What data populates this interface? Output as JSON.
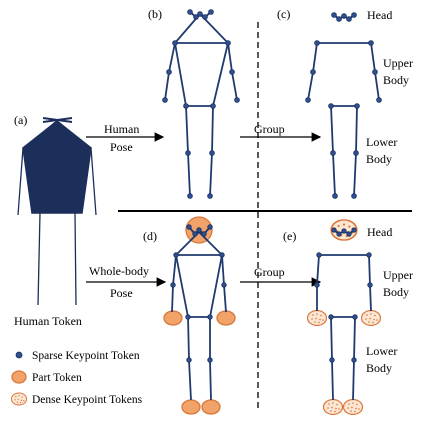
{
  "panels": {
    "a": "(a)",
    "b": "(b)",
    "c": "(c)",
    "d": "(d)",
    "e": "(e)"
  },
  "arrows": {
    "human_pose_line1": "Human",
    "human_pose_line2": "Pose",
    "group_top": "Group",
    "wholebody_line1": "Whole-body",
    "wholebody_line2": "Pose",
    "group_bottom": "Group"
  },
  "groups": {
    "head_top": "Head",
    "upper_top_line1": "Upper",
    "upper_top_line2": "Body",
    "lower_top_line1": "Lower",
    "lower_top_line2": "Body",
    "head_bottom": "Head",
    "upper_bottom_line1": "Upper",
    "upper_bottom_line2": "Body",
    "lower_bottom_line1": "Lower",
    "lower_bottom_line2": "Body"
  },
  "human_token_caption": "Human Token",
  "legend": [
    {
      "icon": "sparse-keypoint-icon",
      "label": "Sparse Keypoint Token"
    },
    {
      "icon": "part-token-icon",
      "label": "Part Token"
    },
    {
      "icon": "dense-keypoint-icon",
      "label": "Dense Keypoint Tokens"
    }
  ],
  "colors": {
    "skeleton": "#1f3a6e",
    "human_token_fill": "#1c2f5a",
    "part_token_fill": "#f2a36a",
    "part_token_stroke": "#d9773a",
    "dense_fill": "#fbe5d3",
    "divider": "#000000"
  }
}
